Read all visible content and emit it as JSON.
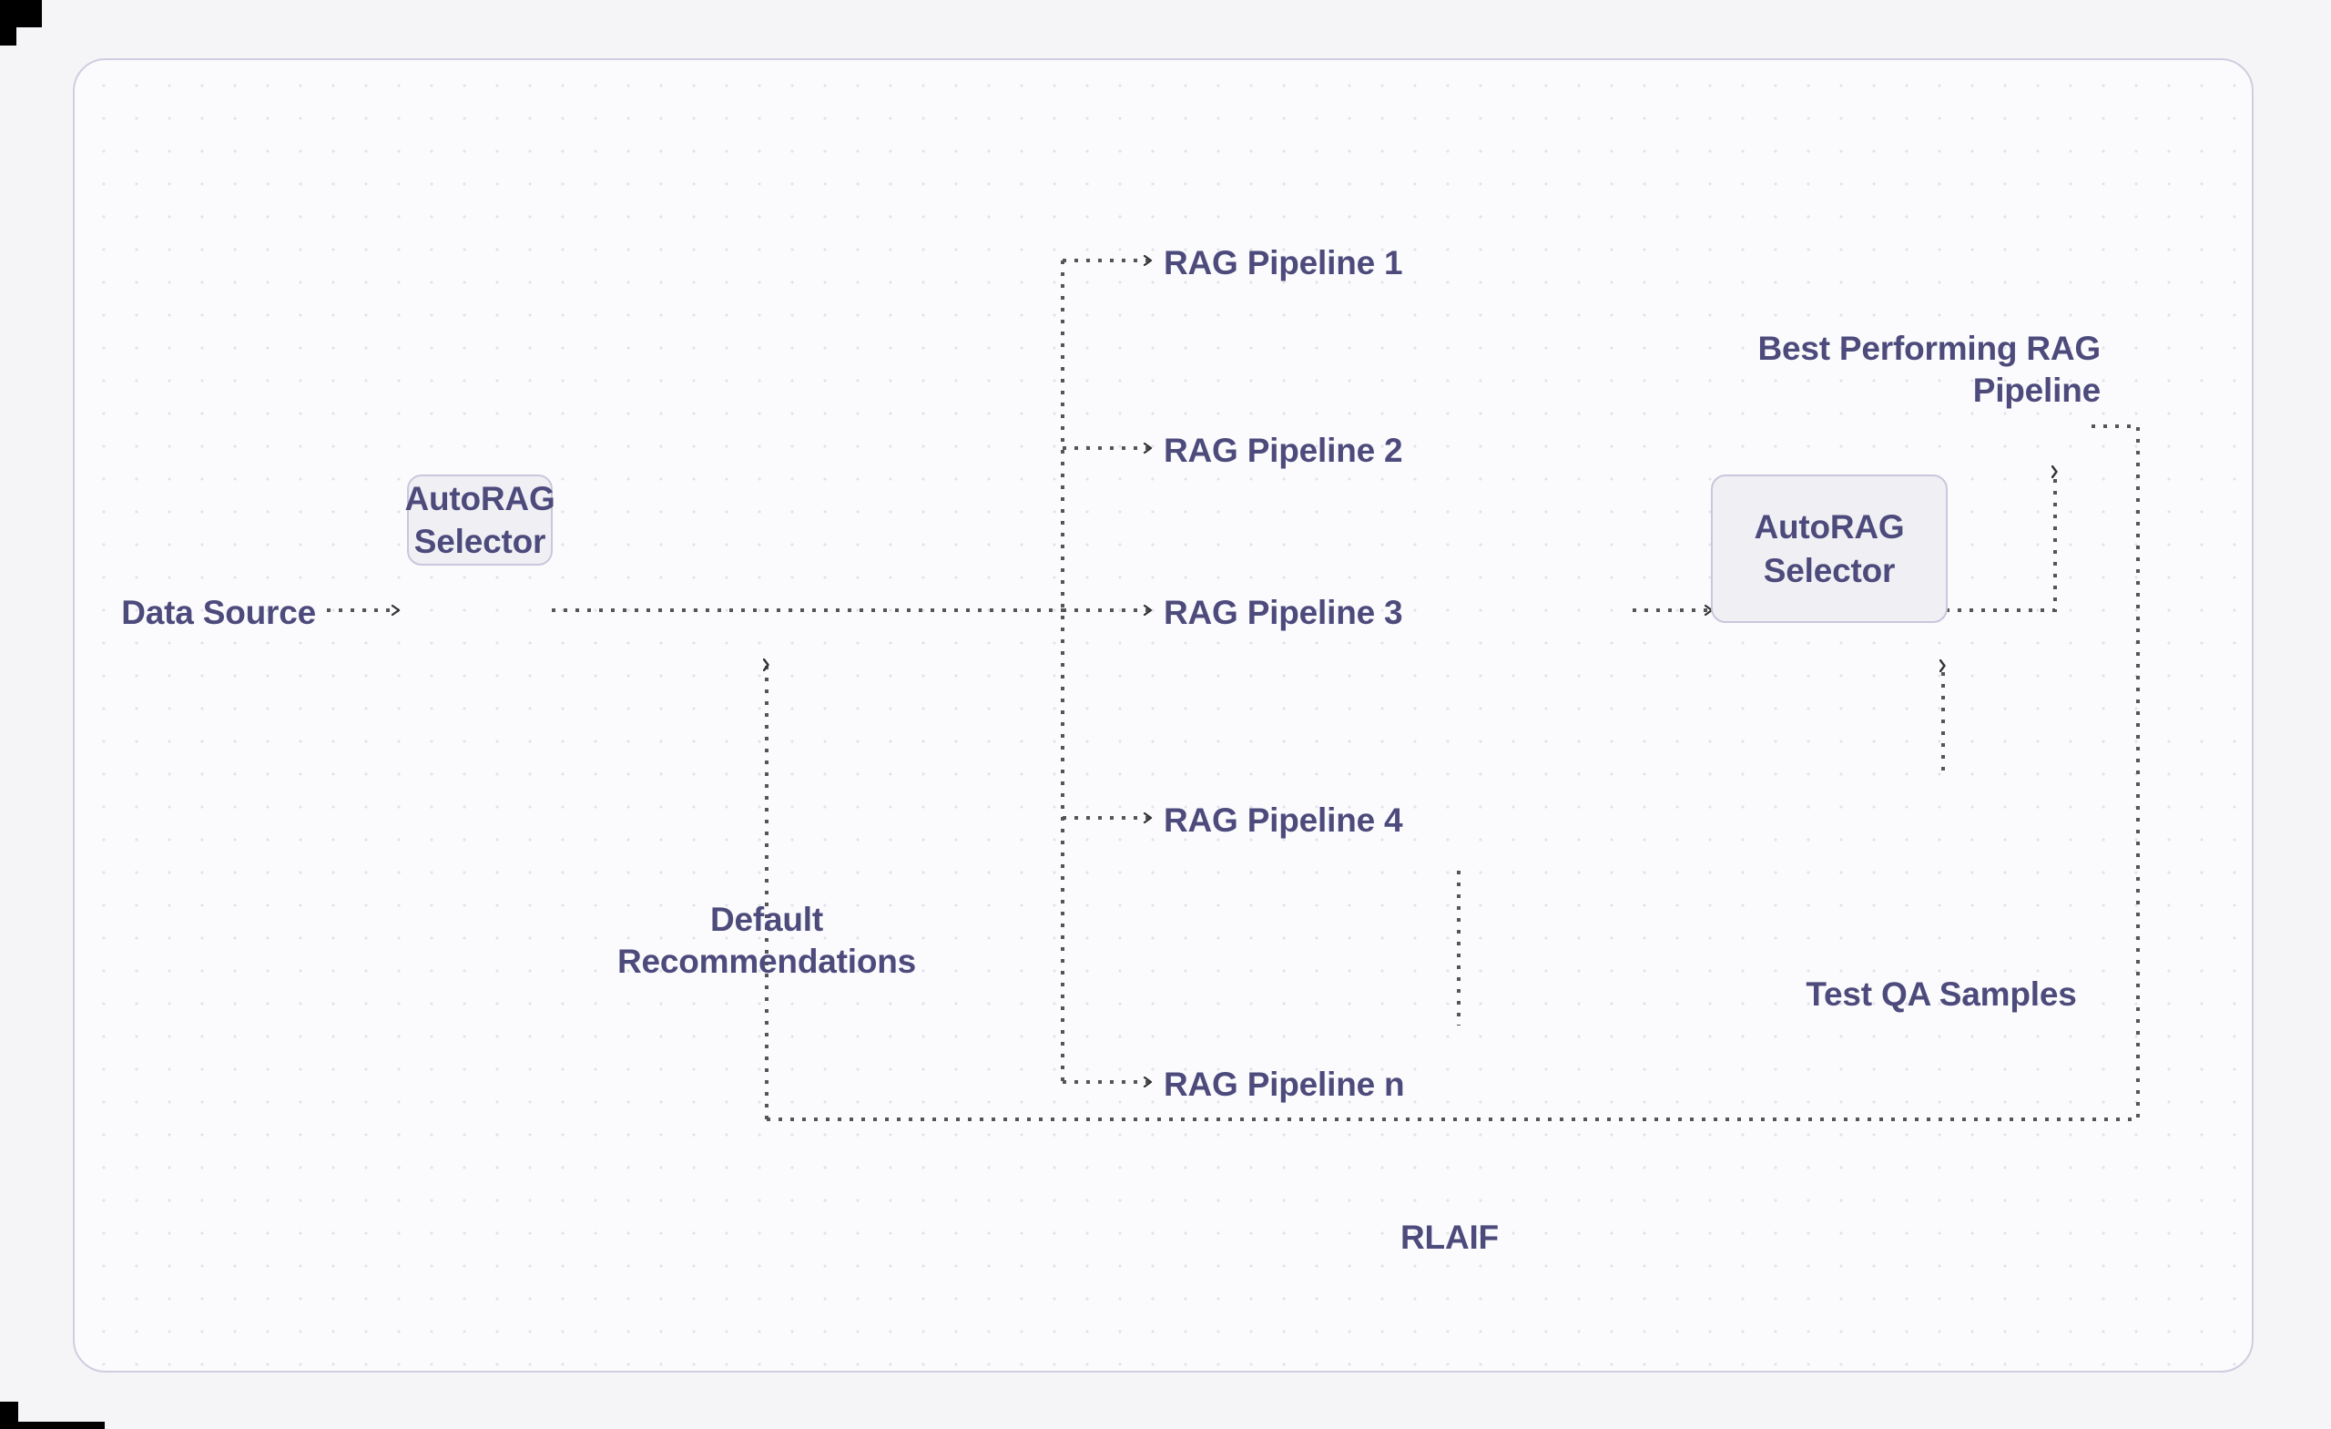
{
  "diagram": {
    "title": "AutoRAG Selector Pipeline Flow",
    "colors": {
      "page_background": "#f5f5f7",
      "canvas_background": "#fbfbfd",
      "canvas_border": "#cfcde0",
      "node_fill": "#f0f0f4",
      "node_border": "#c9c6dd",
      "text_accent": "#4d4a7c",
      "connector": "#555555",
      "grid_dot": "#e3e1ea"
    },
    "nodes": [
      {
        "id": "data-source",
        "label": "Data Source",
        "type": "text"
      },
      {
        "id": "autorag-selector-1",
        "label_line1": "AutoRAG",
        "label_line2": "Selector",
        "type": "box"
      },
      {
        "id": "rag-pipeline-1",
        "label": "RAG Pipeline 1",
        "type": "text"
      },
      {
        "id": "rag-pipeline-2",
        "label": "RAG Pipeline 2",
        "type": "text"
      },
      {
        "id": "rag-pipeline-3",
        "label": "RAG Pipeline 3",
        "type": "text"
      },
      {
        "id": "rag-pipeline-4",
        "label": "RAG Pipeline 4",
        "type": "text"
      },
      {
        "id": "rag-pipeline-n",
        "label": "RAG Pipeline n",
        "type": "text"
      },
      {
        "id": "autorag-selector-2",
        "label_line1": "AutoRAG",
        "label_line2": "Selector",
        "type": "box"
      },
      {
        "id": "best-performing",
        "label_line1": "Best Performing",
        "label_line2": "RAG Pipeline",
        "type": "text"
      },
      {
        "id": "default-recommendations",
        "label_line1": "Default",
        "label_line2": "Recommendations",
        "type": "text"
      },
      {
        "id": "test-qa-samples",
        "label": "Test QA Samples",
        "type": "text"
      },
      {
        "id": "rlaif",
        "label": "RLAIF",
        "type": "text"
      }
    ],
    "edges": [
      {
        "from": "data-source",
        "to": "autorag-selector-1",
        "style": "dotted",
        "arrow": true
      },
      {
        "from": "autorag-selector-1",
        "to": "rag-pipeline-1",
        "style": "dotted",
        "arrow": true
      },
      {
        "from": "autorag-selector-1",
        "to": "rag-pipeline-2",
        "style": "dotted",
        "arrow": true
      },
      {
        "from": "autorag-selector-1",
        "to": "rag-pipeline-3",
        "style": "dotted",
        "arrow": true
      },
      {
        "from": "autorag-selector-1",
        "to": "rag-pipeline-4",
        "style": "dotted",
        "arrow": true
      },
      {
        "from": "autorag-selector-1",
        "to": "rag-pipeline-n",
        "style": "dotted",
        "arrow": true
      },
      {
        "from": "rag-pipeline-3",
        "to": "autorag-selector-2",
        "style": "dotted",
        "arrow": true
      },
      {
        "from": "autorag-selector-2",
        "to": "best-performing",
        "style": "dotted",
        "arrow": true
      },
      {
        "from": "test-qa-samples",
        "to": "autorag-selector-2",
        "style": "dotted",
        "arrow": true
      },
      {
        "from": "default-recommendations",
        "to": "autorag-selector-1",
        "style": "dotted",
        "arrow": true
      },
      {
        "from": "best-performing",
        "to": "default-recommendations",
        "style": "dotted",
        "arrow": false,
        "label": "RLAIF"
      }
    ],
    "labels": {
      "data_source": "Data Source",
      "autorag_line1": "AutoRAG",
      "autorag_line2": "Selector",
      "pipeline_1": "RAG Pipeline 1",
      "pipeline_2": "RAG Pipeline 2",
      "pipeline_3": "RAG Pipeline 3",
      "pipeline_4": "RAG Pipeline 4",
      "pipeline_n": "RAG Pipeline n",
      "best_performing_line1": "Best Performing",
      "best_performing_line2": "RAG Pipeline",
      "default_rec_line1": "Default",
      "default_rec_line2": "Recommendations",
      "test_qa_samples": "Test QA Samples",
      "rlaif": "RLAIF"
    }
  }
}
